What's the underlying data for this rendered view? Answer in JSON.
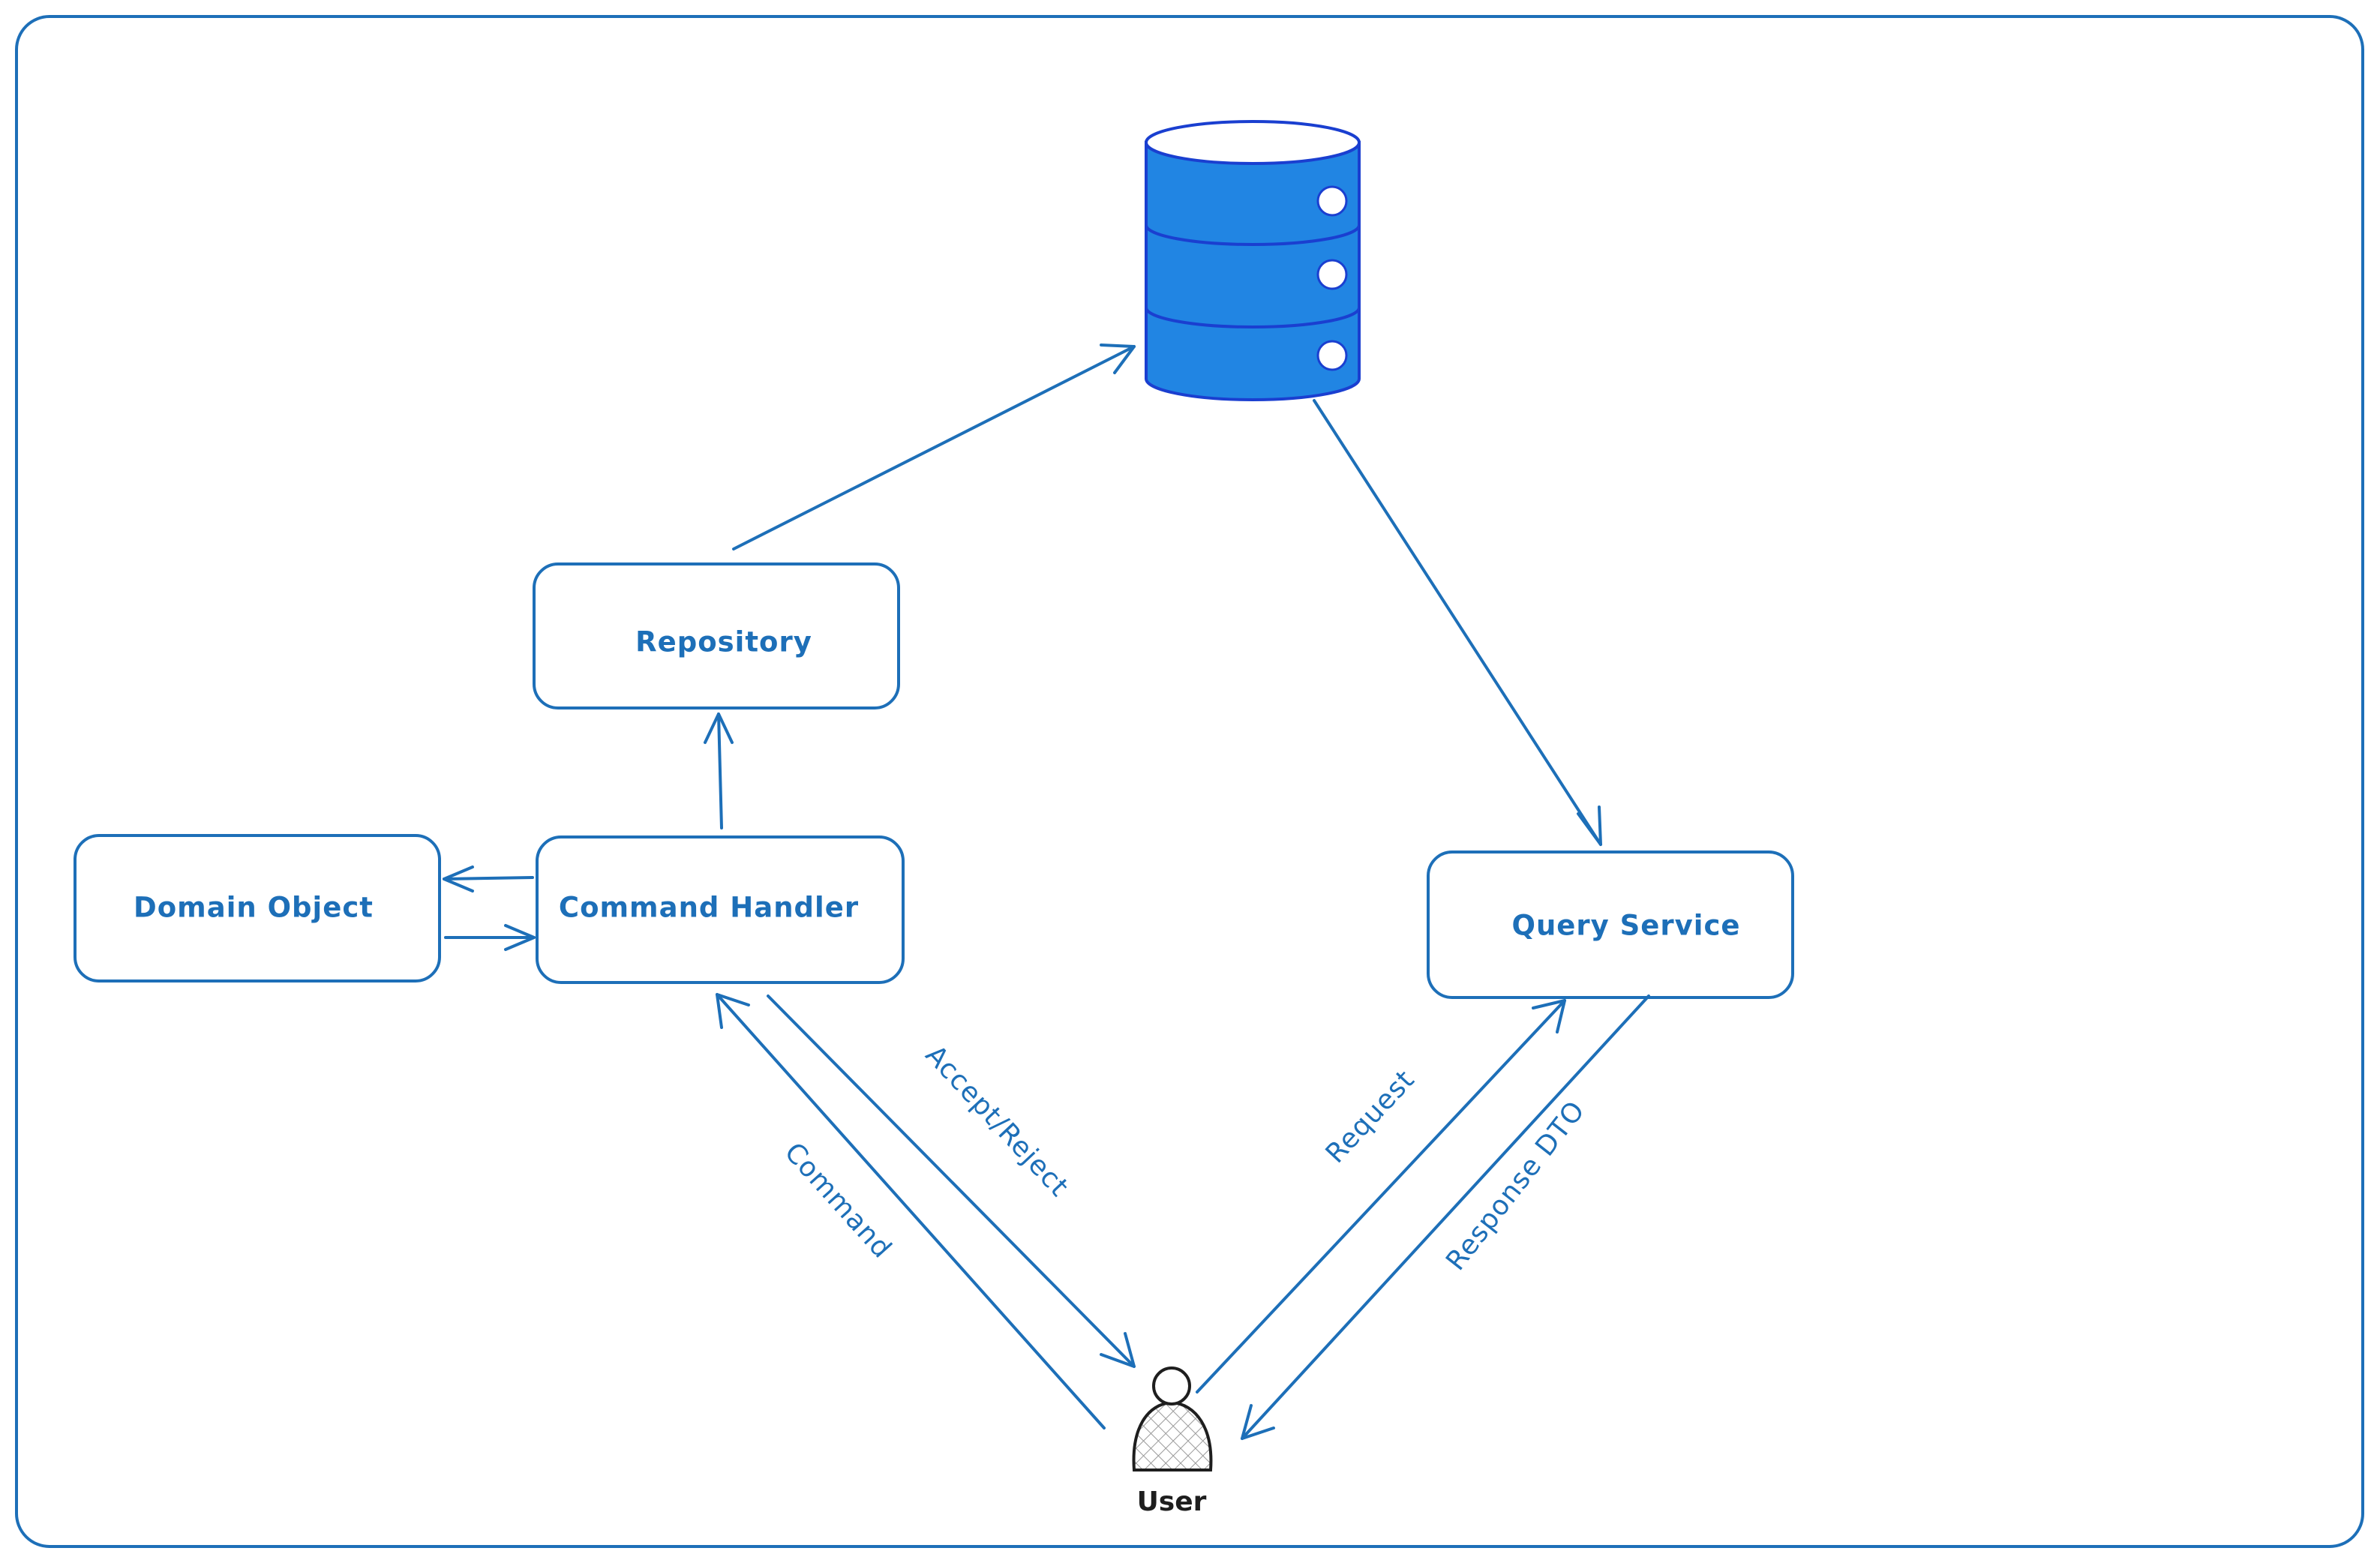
{
  "colors": {
    "stroke": "#1d6fb8",
    "label": "#1d6fb8",
    "database_fill": "#2185e3",
    "database_stroke": "#1a3fd0",
    "user_stroke": "#1e1e1e",
    "user_label": "#1e1e1e",
    "frame": "#1d6fb8",
    "background": "#ffffff"
  },
  "nodes": {
    "repository": {
      "label": "Repository"
    },
    "domain_object": {
      "label": "Domain Object"
    },
    "command_handler": {
      "label": "Command Handler"
    },
    "query_service": {
      "label": "Query Service"
    },
    "database": {
      "icon": "database-icon"
    },
    "user": {
      "label": "User",
      "icon": "user-icon"
    }
  },
  "edges": {
    "command": {
      "label": "Command"
    },
    "accept_reject": {
      "label": "Accept/Reject"
    },
    "request": {
      "label": "Request"
    },
    "response_dto": {
      "label": "Response DTO"
    }
  }
}
